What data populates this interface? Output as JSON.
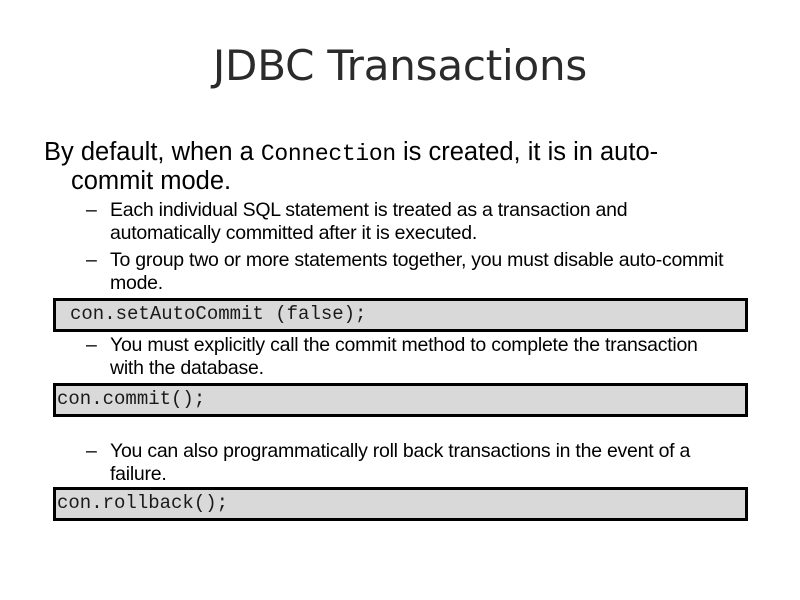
{
  "slide": {
    "title": "JDBC Transactions",
    "background_color": "#ffffff",
    "title_color": "#2b2b2b",
    "code_fill_color": "#d9d9d9",
    "code_border_color": "#000000",
    "bullet_marker": "–"
  },
  "content": {
    "main_bullet": {
      "text_before_code": "By default, when a ",
      "inline_code": "Connection",
      "text_after_code": " is created, it is in auto-commit mode."
    },
    "sub_bullets": [
      {
        "marker": "–",
        "text": "Each individual SQL statement is treated as a transaction and automatically committed after it is executed."
      },
      {
        "marker": "–",
        "text": "To group two or more statements together, you must disable auto-commit mode."
      },
      {
        "marker": "–",
        "text": "You must explicitly call the commit method to complete the transaction with the database."
      },
      {
        "marker": "–",
        "text": "You can also programmatically roll back transactions in the event of a failure."
      }
    ],
    "code_blocks": [
      {
        "code": "con.setAutoCommit (false);"
      },
      {
        "code": "con.commit();"
      },
      {
        "code": "con.rollback();"
      }
    ]
  }
}
